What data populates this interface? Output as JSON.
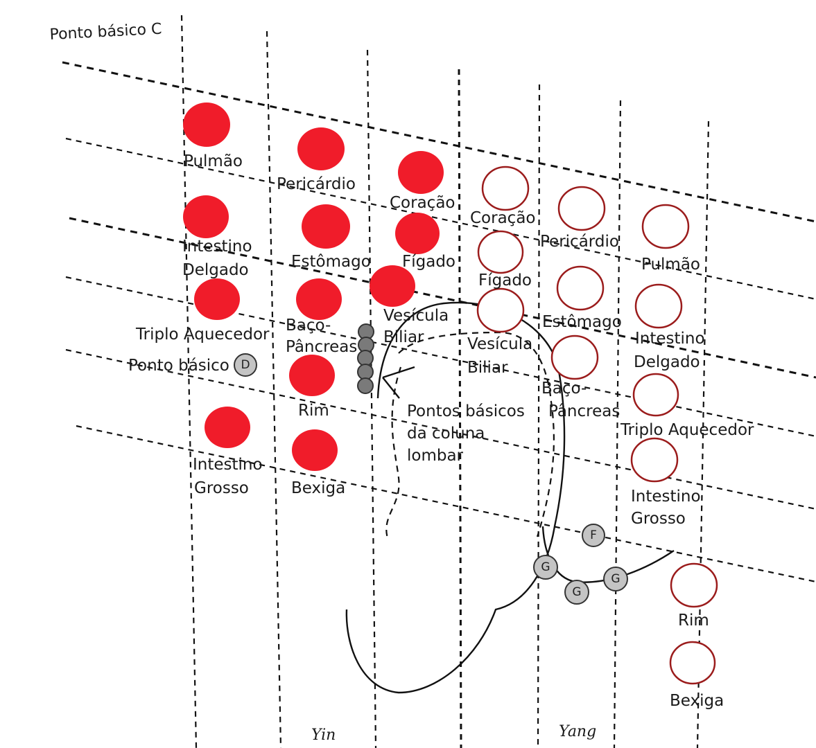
{
  "title": "Ponto básico C",
  "yin_points": [
    "Pulmão",
    "Pericárdio",
    "Coração",
    "Intestino",
    "Delgado",
    "Estômago",
    "Fígado",
    "Triplo Aquecedor",
    "Baço-",
    "Pâncreas",
    "Vesícula",
    "Biliar",
    "Rim",
    "Intestino",
    "Grosso",
    "Bexiga"
  ],
  "yang_points": [
    "Coração",
    "Pericárdio",
    "Pulmão",
    "Fígado",
    "Estômago",
    "Vesícula",
    "Biliar",
    "Intestino",
    "Delgado",
    "Baço-",
    "Pâncreas",
    "Triplo Aquecedor",
    "Intestino",
    "Grosso",
    "Rim",
    "Bexiga"
  ],
  "basic_point_d": "Ponto básico",
  "lumbar_label": [
    "Pontos básicos",
    "da coluna",
    "lombar"
  ],
  "badges": {
    "d": "D",
    "f": "F",
    "g": "G"
  },
  "bottom": {
    "yin": "Yin",
    "yang": "Yang"
  },
  "colors": {
    "yin_fill": "#f01c2a",
    "yang_stroke": "#9b1c1c",
    "badge_fill": "#c4c4c4"
  }
}
